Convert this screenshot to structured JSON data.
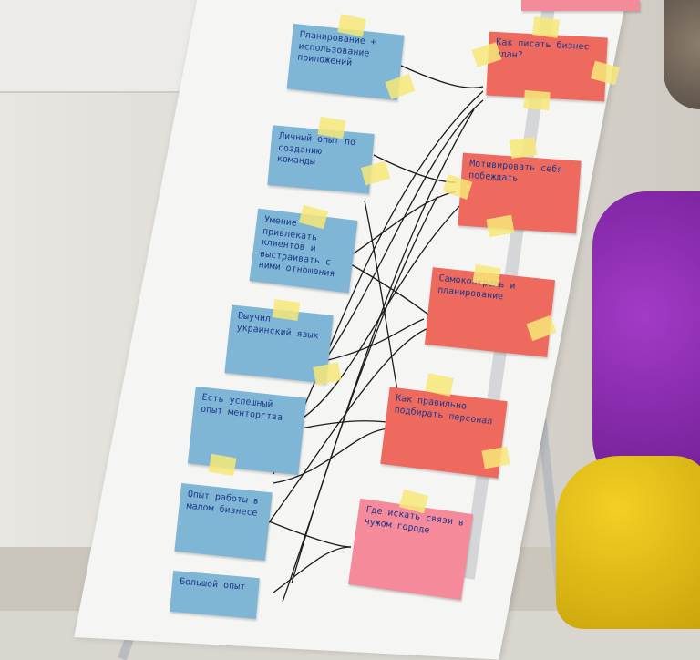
{
  "photo": {
    "left_cards": [
      {
        "text": "Планирование + использование приложений"
      },
      {
        "text": "Личный опыт по созданию команды"
      },
      {
        "text": "Умение привлекать клиентов и выстраивать с ними отношения"
      },
      {
        "text": "Выучил украинский язык"
      },
      {
        "text": "Есть успешный опыт менторства"
      },
      {
        "text": "Опыт работы в малом бизнесе"
      },
      {
        "text": "Большой опыт"
      }
    ],
    "right_cards": [
      {
        "text": "Как писать бизнес план?"
      },
      {
        "text": "Мотивировать себя побеждать"
      },
      {
        "text": "Самоконтроль и планирование"
      },
      {
        "text": "Как правильно подбирать персонал"
      },
      {
        "text": "Где искать связи в чужом городе"
      }
    ],
    "colors": {
      "blue_card": "#7fb6d6",
      "red_card": "#ef6a5e",
      "pink_card": "#f48a9a",
      "tape": "#f6e878"
    }
  }
}
